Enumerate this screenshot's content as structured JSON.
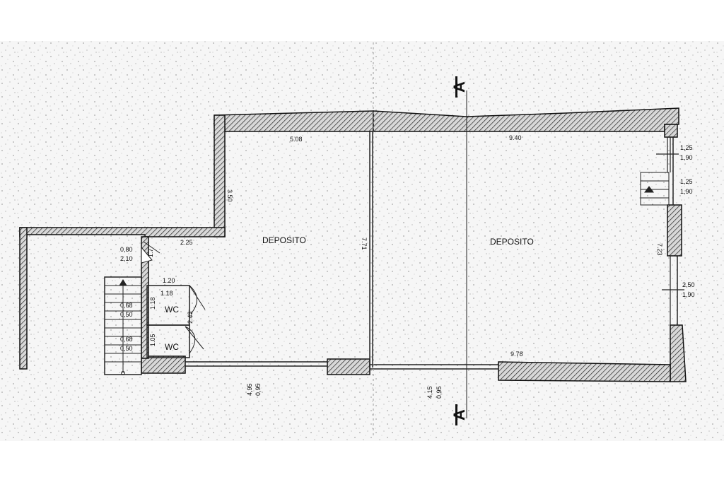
{
  "rooms": {
    "left": "DEPOSITO",
    "right": "DEPOSITO",
    "wc_upper": "WC",
    "wc_lower": "WC"
  },
  "dimensions": {
    "top_left_width": "5.08",
    "top_right_width": "9.40",
    "left_wall_height": "3.50",
    "mid_step_width": "2.25",
    "door_80_w": "0,80",
    "door_80_h": "2,10",
    "door_small": "1.7",
    "wc_top_width": "1.20",
    "wc_inner_width": "1.18",
    "wc_side_height": "1.18",
    "wc_door_1": "2.43",
    "wc_lower_height": "1.05",
    "win_a_w": "0,68",
    "win_a_h": "0,50",
    "win_b_w": "0,68",
    "win_b_h": "0,50",
    "center_wall": "7.71",
    "right_height": "7.23",
    "bottom_right_width": "9.78",
    "open_left_w": "4,95",
    "open_left_h": "0,95",
    "open_right_w": "4,15",
    "open_right_h": "0,95",
    "win_r1_w": "1,25",
    "win_r1_h": "1,90",
    "win_r2_w": "1,25",
    "win_r2_h": "1,90",
    "win_r3_w": "2,50",
    "win_r3_h": "1,90"
  },
  "section": {
    "top": "A",
    "bottom": "A"
  }
}
